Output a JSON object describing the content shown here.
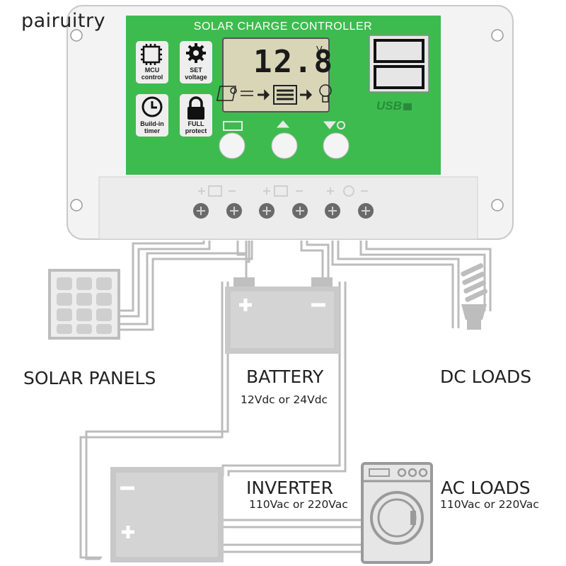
{
  "watermark": "pairuitry",
  "controller": {
    "title": "SOLAR CHARGE CONTROLLER",
    "lcd_value": "12.8",
    "lcd_unit": "V",
    "usb_label": "USB",
    "features": [
      {
        "line1": "MCU",
        "line2": "control",
        "icon": "chip-icon"
      },
      {
        "line1": "SET",
        "line2": "voltage",
        "icon": "gear-icon"
      },
      {
        "line1": "Build-in",
        "line2": "timer",
        "icon": "clock-icon"
      },
      {
        "line1": "FULL",
        "line2": "protect",
        "icon": "lock-icon"
      }
    ],
    "colors": {
      "panel": "#3dbb4f",
      "body": "#f2f2f2",
      "lcd": "#d9d6b8"
    }
  },
  "labels": {
    "solar_panels": "SOLAR PANELS",
    "battery": "BATTERY",
    "battery_sub": "12Vdc or 24Vdc",
    "dc_loads": "DC LOADS",
    "inverter": "INVERTER",
    "inverter_sub": "110Vac or 220Vac",
    "ac_loads": "AC LOADS",
    "ac_loads_sub": "110Vac or 220Vac"
  }
}
